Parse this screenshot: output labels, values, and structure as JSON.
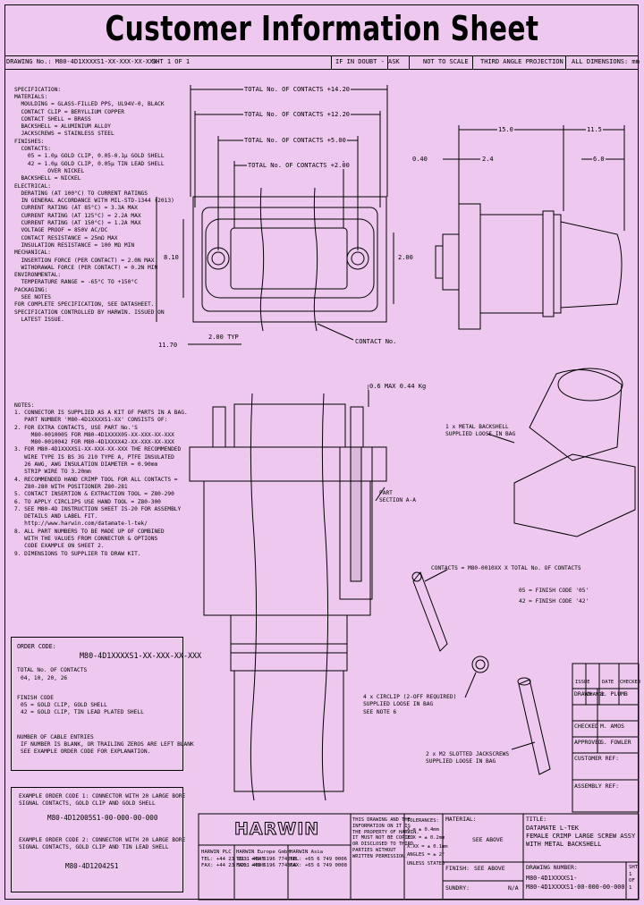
{
  "title": "Customer Information Sheet",
  "info_bar": {
    "drawing_no": "DRAWING No.: M80-4D1XXXXS1-XX-XXX-XX-XXX",
    "sheet": "SHT 1 OF 1",
    "third_angle": "IF IN DOUBT - ASK",
    "scale": "NOT TO SCALE",
    "projection": "THIRD ANGLE PROJECTION",
    "units": "ALL DIMENSIONS: mm"
  },
  "specification": {
    "heading": "SPECIFICATION:",
    "lines": [
      "MATERIALS:",
      "  MOULDING = GLASS-FILLED PPS, UL94V-0, BLACK",
      "  CONTACT CLIP = BERYLLIUM COPPER",
      "  CONTACT SHELL = BRASS",
      "  BACKSHELL = ALUMINIUM ALLOY",
      "  JACKSCREWS = STAINLESS STEEL",
      "FINISHES:",
      "  CONTACTS:",
      "    05 = 1.0μ GOLD CLIP, 0.05-0.1μ GOLD SHELL",
      "    42 = 1.0μ GOLD CLIP, 0.05μ TIN LEAD SHELL",
      "          OVER NICKEL",
      "  BACKSHELL = NICKEL",
      "ELECTRICAL:",
      "  DERATING (AT 100°C) TO CURRENT RATINGS",
      "  IN GENERAL ACCORDANCE WITH MIL-STD-1344 (2013)",
      "  CURRENT RATING (AT 85°C) = 3.3A MAX",
      "  CURRENT RATING (AT 125°C) = 2.2A MAX",
      "  CURRENT RATING (AT 150°C) = 1.2A MAX",
      "  VOLTAGE PROOF = 850V AC/DC",
      "  CONTACT RESISTANCE = 25mΩ MAX",
      "  INSULATION RESISTANCE = 100 MΩ MIN",
      "MECHANICAL:",
      "  INSERTION FORCE (PER CONTACT) = 2.0N MAX",
      "  WITHDRAWAL FORCE (PER CONTACT) = 0.2N MIN",
      "ENVIRONMENTAL:",
      "  TEMPERATURE RANGE = -65°C TO +150°C",
      "PACKAGING:",
      "  SEE NOTES",
      "FOR COMPLETE SPECIFICATION, SEE DATASHEET.",
      "SPECIFICATION CONTROLLED BY HARWIN. ISSUED ON",
      "  LATEST ISSUE."
    ]
  },
  "notes": {
    "heading": "NOTES:",
    "lines": [
      "1. CONNECTOR IS SUPPLIED AS A KIT OF PARTS IN A BAG.",
      "   PART NUMBER 'M80-4D1XXXXS1-XX' CONSISTS OF:",
      "2. FOR EXTRA CONTACTS, USE PART No.'S",
      "     M80-0010005 FOR M80-4D1XXXX05-XX-XXX-XX-XXX",
      "     M80-0010042 FOR M80-4D1XXXX42-XX-XXX-XX-XXX",
      "3. FOR M80-4D1XXXXS1-XX-XXX-XX-XXX THE RECOMMENDED",
      "   WIRE TYPE IS BS 3G 210 TYPE A, PTFE INSULATED",
      "   26 AWG, AWG INSULATION DIAMETER = 0.90mm",
      "   STRIP WIRE TO 3.20mm",
      "4. RECOMMENDED HAND CRIMP TOOL FOR ALL CONTACTS =",
      "   Z80-280 WITH POSITIONER Z80-281",
      "5. CONTACT INSERTION & EXTRACTION TOOL = Z80-290",
      "6. TO APPLY CIRCLIPS USE HAND TOOL = Z80-300",
      "7. SEE M80-4D INSTRUCTION SHEET IS-20 FOR ASSEMBLY",
      "   DETAILS AND LABEL FIT.",
      "   http://www.harwin.com/datamate-l-tek/",
      "8. ALL PART NUMBERS TO BE MADE UP OF COMBINED",
      "   WITH THE VALUES FROM CONNECTOR & OPTIONS",
      "   CODE EXAMPLE ON SHEET 2.",
      "9. DIMENSIONS TO SUPPLIER TO DRAW KIT."
    ]
  },
  "order_code": {
    "heading": "ORDER CODE:",
    "code": "M80-4D1XXXXS1-XX-XXX-XX-XXX",
    "total_heading": "TOTAL No. OF CONTACTS",
    "total_values": "04, 10, 20, 26",
    "finish_heading": "FINISH CODE",
    "finish_lines": [
      "05 = GOLD CLIP, GOLD SHELL",
      "42 = GOLD CLIP, TIN LEAD PLATED SHELL"
    ],
    "notes_heading": "NUMBER OF CABLE ENTRIES",
    "notes_lines": [
      "IF NUMBER IS BLANK, OR TRAILING ZEROS ARE LEFT BLANK",
      "SEE EXAMPLE ORDER CODE FOR EXPLANATION."
    ]
  },
  "example_codes": {
    "ex1_lines": [
      "EXAMPLE ORDER CODE 1: CONNECTOR WITH 20 LARGE BORE",
      "SIGNAL CONTACTS, GOLD CLIP AND GOLD SHELL"
    ],
    "ex1_code": "M80-4D12005S1-00-000-00-000",
    "ex2_lines": [
      "EXAMPLE ORDER CODE 2: CONNECTOR WITH 20 LARGE BORE",
      "SIGNAL CONTACTS, GOLD CLIP AND TIN LEAD SHELL"
    ],
    "ex2_code": "M80-4D12042S1"
  },
  "dimensions": {
    "total_a": "TOTAL No. OF CONTACTS +14.20",
    "total_b": "TOTAL No. OF CONTACTS +12.20",
    "total_c": "TOTAL No. OF CONTACTS +5.00",
    "total_d": "TOTAL No. OF CONTACTS +2.00",
    "contact_no": "CONTACT No.",
    "ht_left": "8.10",
    "ht_right": "2.00",
    "d_1170": "11.70",
    "d_200_typ": "2.00 TYP",
    "d_150": "15.0",
    "d_115": "11.5",
    "d_040": "0.40",
    "d_24": "2.4",
    "d_60": "6.0",
    "weight": "0.6 MAX 0.44 Kg"
  },
  "callouts": {
    "metal_backshell": "1 x METAL BACKSHELL\nSUPPLIED LOOSE IN BAG",
    "part_section": "PART\nSECTION A-A",
    "contacts": "CONTACTS = M80-0010XX X TOTAL No. OF CONTACTS",
    "finish05": "05 = FINISH CODE '05'",
    "finish42": "42 = FINISH CODE '42'",
    "circlip": "4 x CIRCLIP (2-OFF REQUIRED)\nSUPPLIED LOOSE IN BAG\nSEE NOTE 6",
    "jackscrew": "2 x M2 SLOTTED JACKSCREWS\nSUPPLIED LOOSE IN BAG"
  },
  "revision_table": {
    "headers": [
      "ISSUE",
      "CHANGE",
      "DATE",
      "CHECKED"
    ],
    "rows": [
      [
        "DRAWN",
        "S. PLUMB",
        "",
        ""
      ],
      [
        "CHECKED",
        "M. AMOS",
        "",
        ""
      ],
      [
        "APPROVED",
        "G. FOWLER",
        "",
        ""
      ]
    ],
    "customer_ref": "CUSTOMER REF:",
    "assembly_ref": "ASSEMBLY REF:"
  },
  "title_block": {
    "logo": "HARWIN",
    "harwin_uk": "HARWIN PLC\nTEL: +44 23 9231 4545\nFAX: +44 23 9231 4590",
    "harwin_eu": "HARWIN Europe GmbH\nTEL: +49 6196 774860\nFAX: +49 6196 774866",
    "harwin_asia": "HARWIN Asia\nTEL: +65 6 749 0006\nFAX: +65 6 749 0008",
    "disclaimer": "THIS DRAWING AND THE\nINFORMATION ON IT IS\nTHE PROPERTY OF HARWIN.\nIT MUST NOT BE COPIED\nOR DISCLOSED TO THIRD\nPARTIES WITHOUT\nWRITTEN PERMISSION.",
    "tolerances": "TOLERANCES:\nX = ± 0.4mm\nX.X = ± 0.2mm\nX.XX = ± 0.1mm\nANGLES = ± 2°\nUNLESS STATED",
    "material": "MATERIAL:",
    "material_val": "SEE ABOVE",
    "finish": "FINISH:",
    "finish_val": "SEE ABOVE",
    "sundry": "SUNDRY:",
    "sundry_val": "N/A",
    "dtitle_label": "TITLE:",
    "dtitle": "DATAMATE L-TEK\nFEMALE CRIMP LARGE SCREW ASSY\nWITH METAL BACKSHELL",
    "dwg_label": "DRAWING NUMBER:",
    "dwg_no": "M80-4D1XXXXS1-\nM80-4D1XXXXS1-00-000-00-000",
    "sht": "SHT\n1\nOF\n1"
  }
}
